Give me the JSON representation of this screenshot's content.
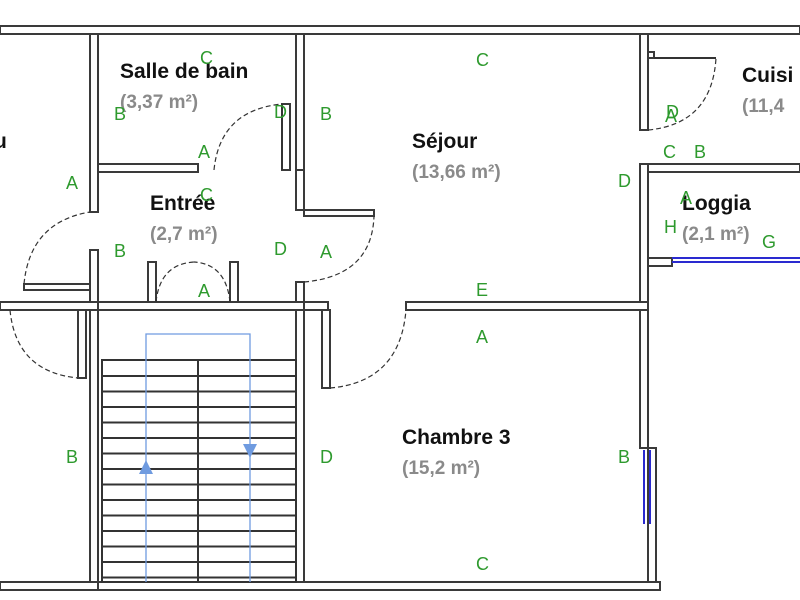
{
  "rooms": {
    "salle_de_bain": {
      "name": "Salle de bain",
      "area": "(3,37 m²)"
    },
    "sejour": {
      "name": "Séjour",
      "area": "(13,66 m²)"
    },
    "cuisine": {
      "name": "Cuisi",
      "area": "(11,4"
    },
    "entree": {
      "name": "Entrée",
      "area": "(2,7 m²)"
    },
    "loggia": {
      "name": "Loggia",
      "area": "(2,1 m²)"
    },
    "chambre3": {
      "name": "Chambre 3",
      "area": "(15,2 m²)"
    },
    "left_partial": {
      "name": "u"
    }
  },
  "wall_labels": {
    "sdb_c": "C",
    "sdb_b": "B",
    "sdb_d": "D",
    "sdb_a": "A",
    "sej_c": "C",
    "sej_b": "B",
    "sej_d": "D",
    "sej_a": "A",
    "sej_e": "E",
    "ent_c": "C",
    "ent_b": "B",
    "ent_d": "D",
    "ent_a": "A",
    "left_a": "A",
    "left_b": "B",
    "cui_d": "D",
    "cui_a": "A",
    "cui_c": "C",
    "cui_b": "B",
    "log_a": "A",
    "log_h": "H",
    "log_g": "G",
    "ch_a": "A",
    "ch_d": "D",
    "ch_b": "B",
    "ch_c": "C"
  },
  "colors": {
    "label_green": "#2e9a2e",
    "wall": "#3a3a3a",
    "stair_arrow": "#6f9be0",
    "window_blue": "#2a2ad0"
  }
}
